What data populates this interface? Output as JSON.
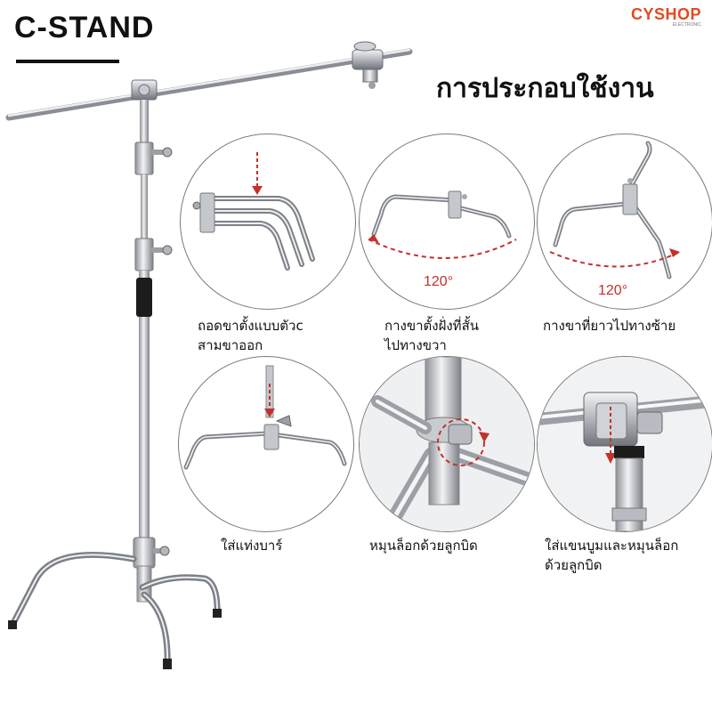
{
  "header": {
    "title": "C-STAND",
    "brand_name": "CYSHOP",
    "brand_sub": "ELECTRONIC",
    "heading": "การประกอบใช้งาน"
  },
  "steps": [
    {
      "caption_line1": "ถอดขาตั้งแบบตัวc",
      "caption_line2": "สามขาออก"
    },
    {
      "caption_line1": "กางขาตั้งฝั่งที่สั้น",
      "caption_line2": "ไปทางขวา",
      "angle_label": "120°"
    },
    {
      "caption_line1": "กางขาที่ยาวไปทางซ้าย",
      "caption_line2": "",
      "angle_label": "120°"
    },
    {
      "caption_line1": "ใส่แท่งบาร์",
      "caption_line2": ""
    },
    {
      "caption_line1": "หมุนล็อกด้วยลูกบิด",
      "caption_line2": ""
    },
    {
      "caption_line1": "ใส่แขนบูมและหมุนล็อก",
      "caption_line2": "ด้วยลูกบิด"
    }
  ],
  "colors": {
    "accent_red": "#c4312a",
    "brand_orange": "#e34a1f",
    "metal": "#b8bcc2",
    "grip": "#1a1a1a"
  }
}
